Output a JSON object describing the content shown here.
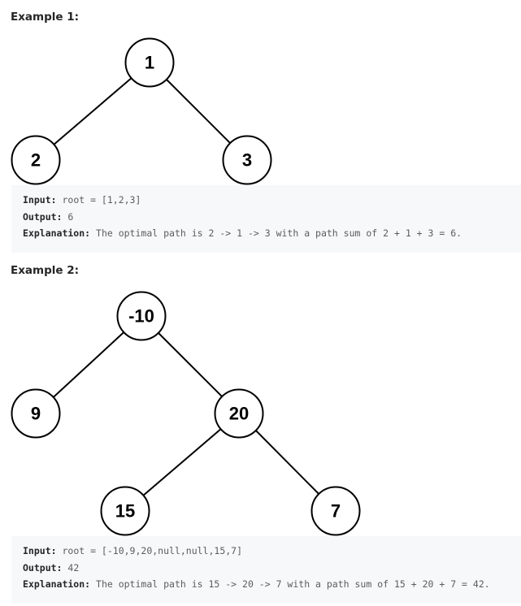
{
  "examples": [
    {
      "title": "Example 1:",
      "tree": {
        "nodes": [
          {
            "id": "n1",
            "label": "1"
          },
          {
            "id": "n2",
            "label": "2"
          },
          {
            "id": "n3",
            "label": "3"
          }
        ],
        "edges": [
          [
            "n1",
            "n2"
          ],
          [
            "n1",
            "n3"
          ]
        ]
      },
      "input_key": "Input:",
      "input_value": " root = [1,2,3]",
      "output_key": "Output:",
      "output_value": " 6",
      "explanation_key": "Explanation:",
      "explanation_value": " The optimal path is 2 -> 1 -> 3 with a path sum of 2 + 1 + 3 = 6."
    },
    {
      "title": "Example 2:",
      "tree": {
        "nodes": [
          {
            "id": "m1",
            "label": "-10"
          },
          {
            "id": "m2",
            "label": "9"
          },
          {
            "id": "m3",
            "label": "20"
          },
          {
            "id": "m4",
            "label": "15"
          },
          {
            "id": "m5",
            "label": "7"
          }
        ],
        "edges": [
          [
            "m1",
            "m2"
          ],
          [
            "m1",
            "m3"
          ],
          [
            "m3",
            "m4"
          ],
          [
            "m3",
            "m5"
          ]
        ]
      },
      "input_key": "Input:",
      "input_value": " root = [-10,9,20,null,null,15,7]",
      "output_key": "Output:",
      "output_value": " 42",
      "explanation_key": "Explanation:",
      "explanation_value": " The optimal path is 15 -> 20 -> 7 with a path sum of 15 + 20 + 7 = 42."
    }
  ]
}
